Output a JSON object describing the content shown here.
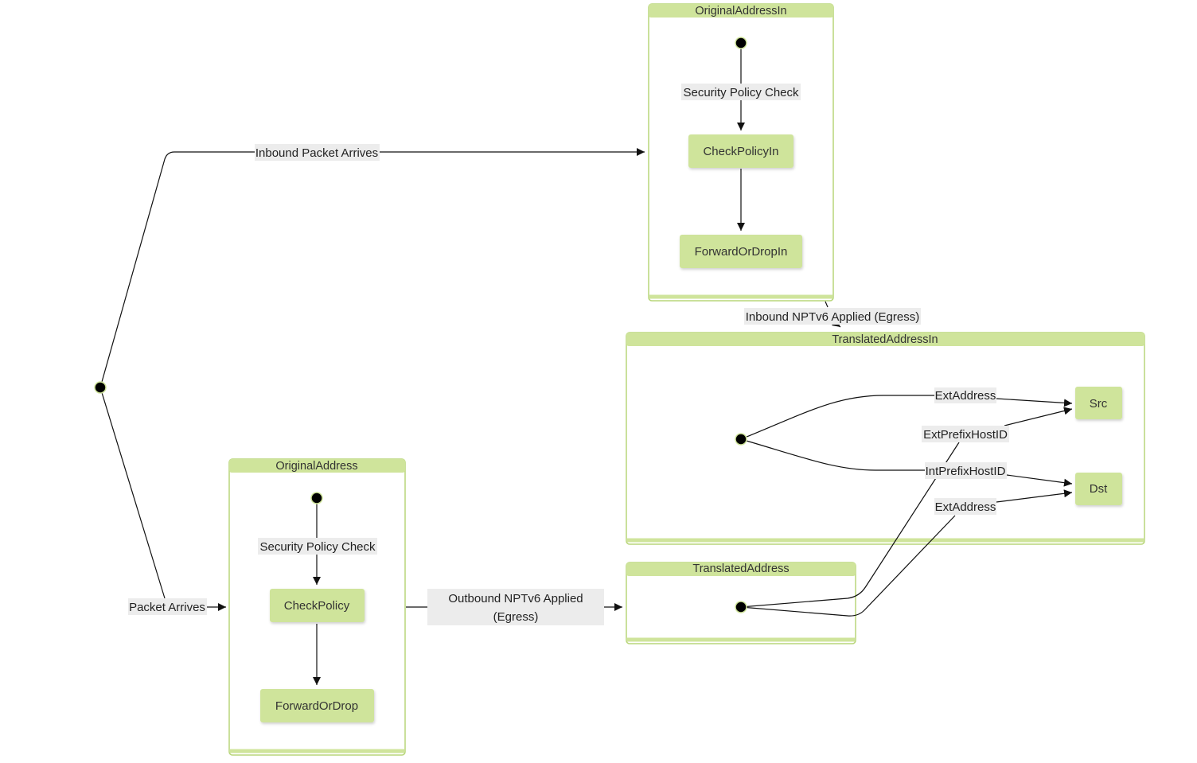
{
  "colors": {
    "state_fill": "#cfe49b",
    "container_border": "#b8d67a",
    "label_bg": "#ececec",
    "edge": "#111111"
  },
  "containers": {
    "original_address_in": {
      "title": "OriginalAddressIn"
    },
    "translated_address_in": {
      "title": "TranslatedAddressIn"
    },
    "original_address": {
      "title": "OriginalAddress"
    },
    "translated_address": {
      "title": "TranslatedAddress"
    }
  },
  "states": {
    "check_policy_in": "CheckPolicyIn",
    "forward_or_drop_in": "ForwardOrDropIn",
    "check_policy": "CheckPolicy",
    "forward_or_drop": "ForwardOrDrop",
    "src": "Src",
    "dst": "Dst"
  },
  "transitions": {
    "inbound_packet_arrives": "Inbound Packet Arrives",
    "packet_arrives": "Packet Arrives",
    "security_policy_check_in": "Security Policy Check",
    "security_policy_check": "Security Policy Check",
    "inbound_nptv6": "Inbound NPTv6 Applied (Egress)",
    "outbound_nptv6_line1": "Outbound NPTv6 Applied",
    "outbound_nptv6_line2": "(Egress)",
    "ext_address_src": "ExtAddress",
    "ext_prefix_host_id": "ExtPrefixHostID",
    "int_prefix_host_id": "IntPrefixHostID",
    "ext_address_dst": "ExtAddress"
  }
}
